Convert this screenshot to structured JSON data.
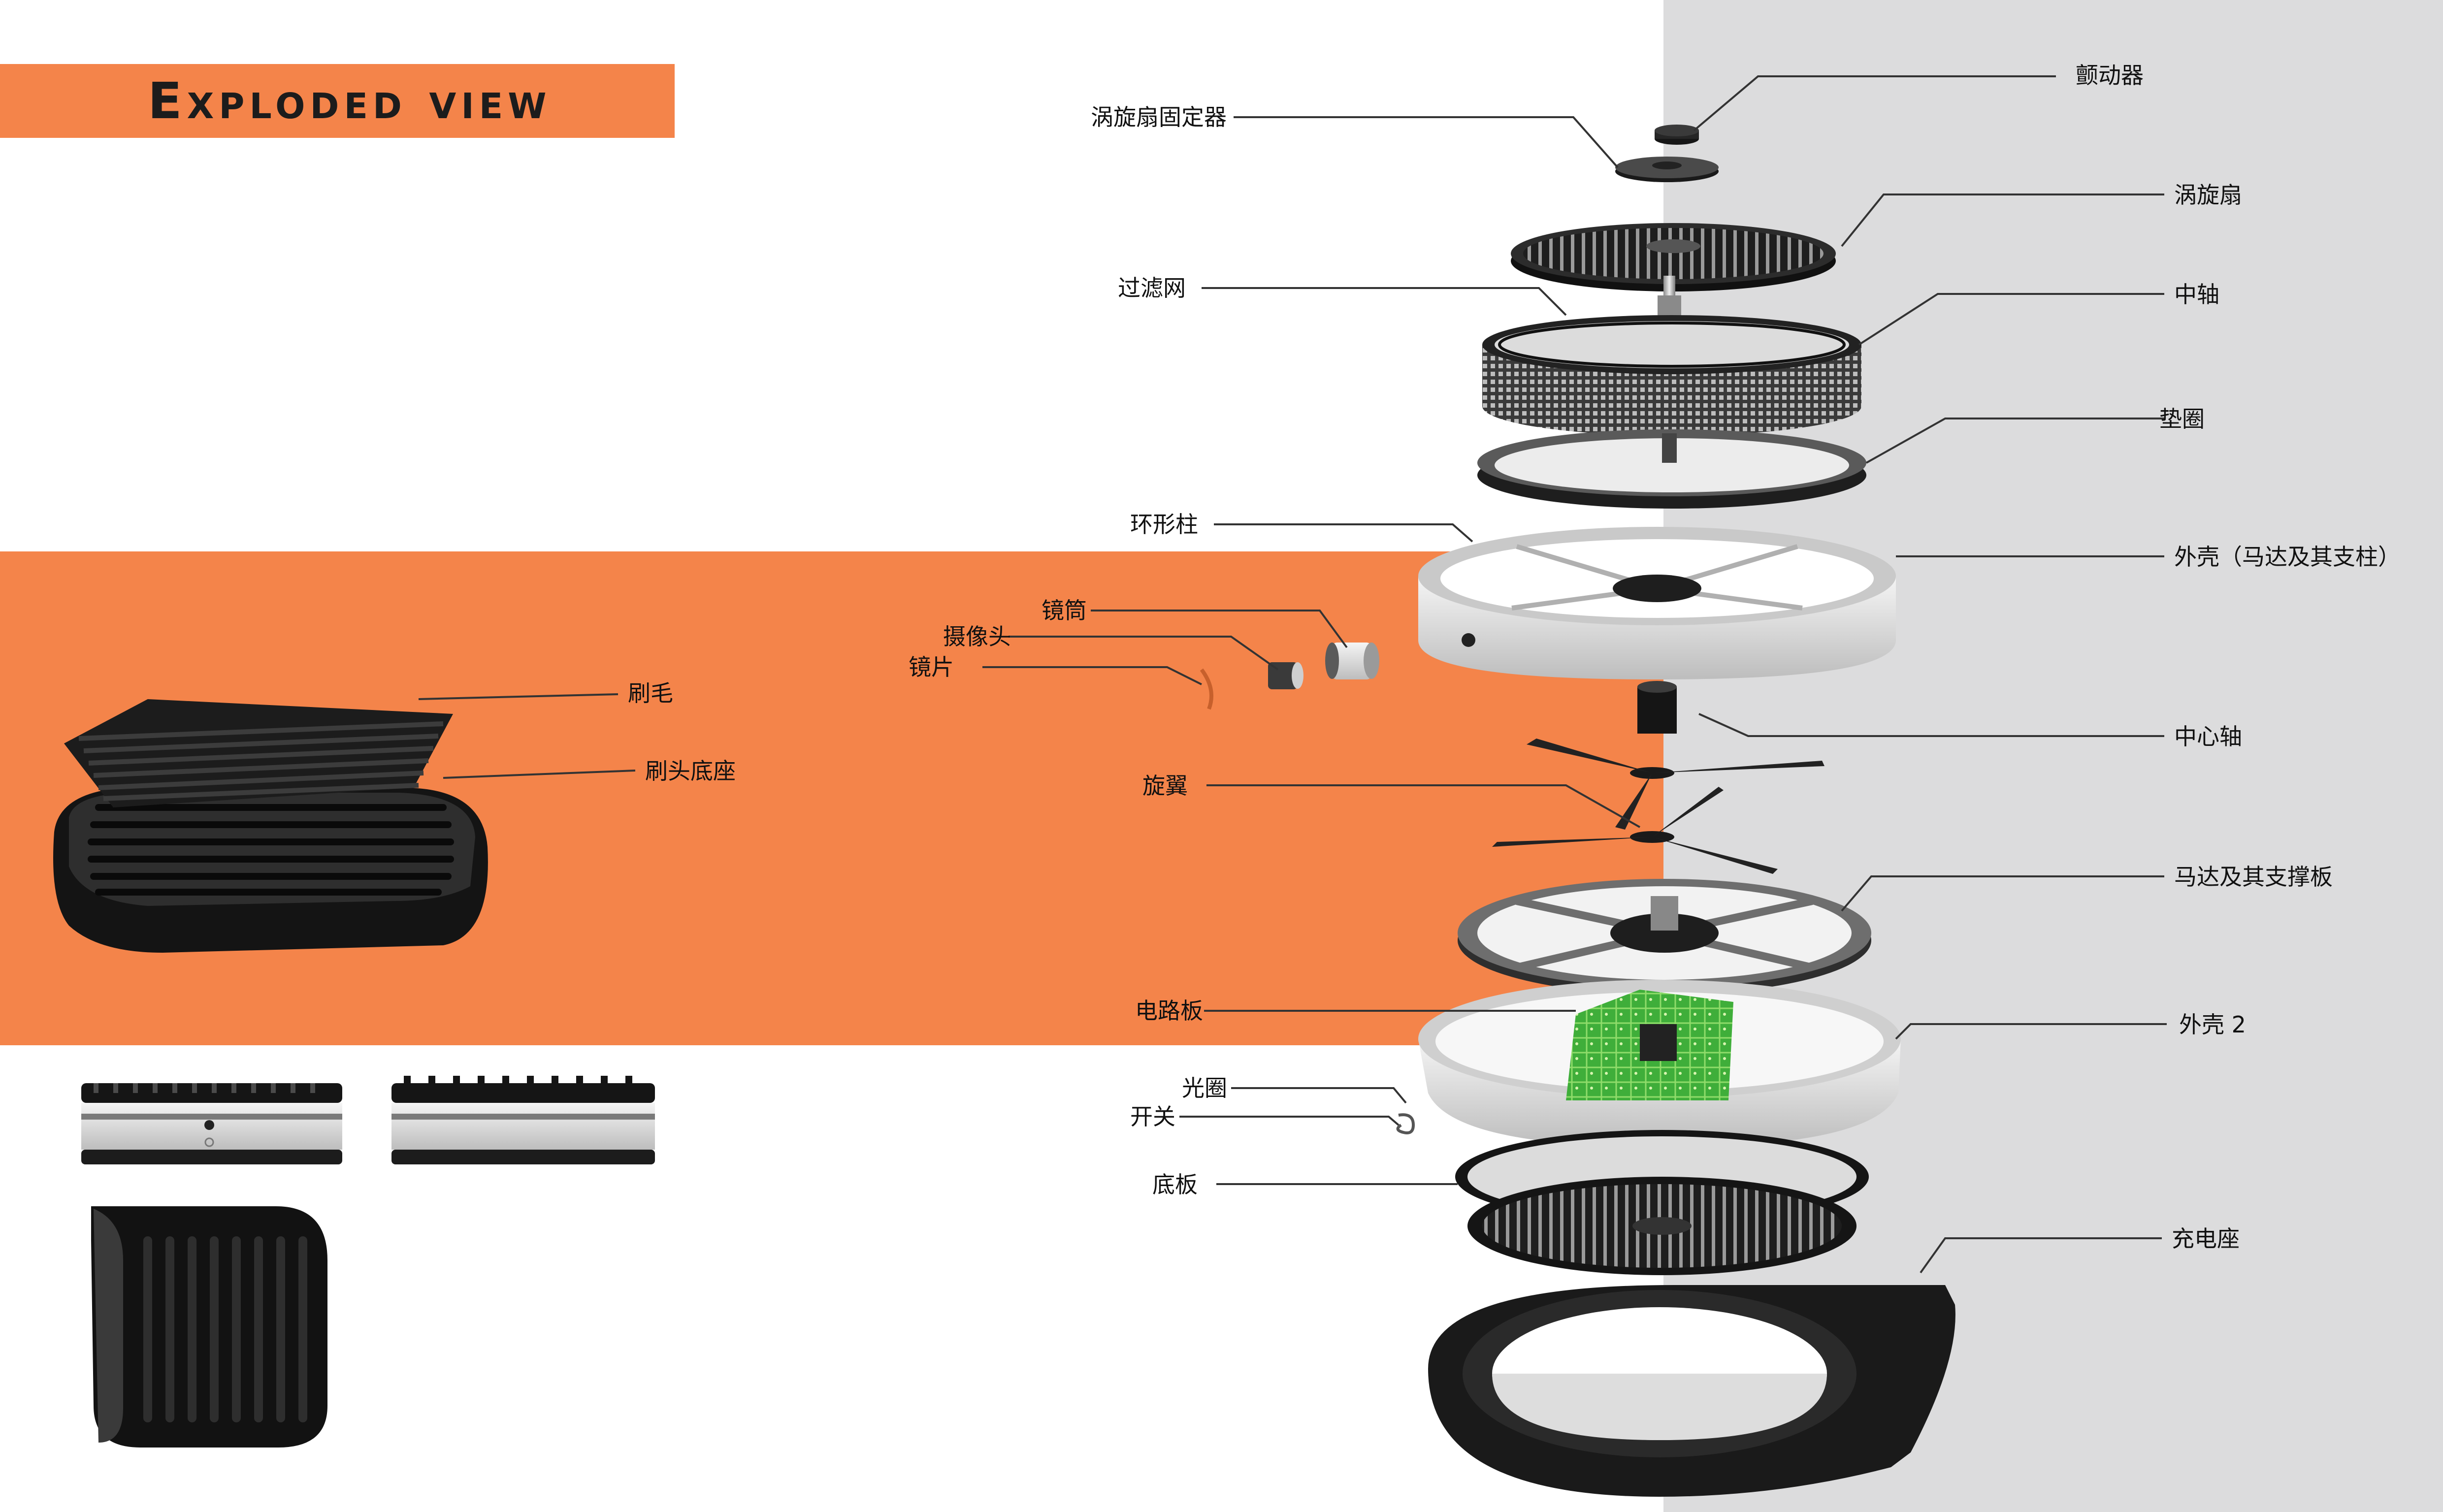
{
  "title": "Exploded view",
  "colors": {
    "accent": "#f4844a",
    "panel_gray": "#dcdcdd",
    "pcb_green": "#3fae3a",
    "dark_part": "#2a2a2a",
    "light_part": "#e6e6e6"
  },
  "labels_left": {
    "fan_holder": "涡旋扇固定器",
    "filter": "过滤网",
    "ring_pillar": "环形柱",
    "lens_barrel": "镜筒",
    "camera": "摄像头",
    "lens": "镜片",
    "propeller": "旋翼",
    "circuit_board": "电路板",
    "aperture": "光圈",
    "switch": "开关",
    "base_plate": "底板"
  },
  "labels_right": {
    "vibrator": "颤动器",
    "vortex_fan": "涡旋扇",
    "middle_shaft": "中轴",
    "gasket": "垫圈",
    "shell_motor": "外壳（马达及其支柱）",
    "center_shaft": "中心轴",
    "motor_plate": "马达及其支撑板",
    "shell2": "外壳 2",
    "charging_base": "充电座"
  },
  "labels_brush": {
    "bristle": "刷毛",
    "brush_base": "刷头底座"
  },
  "icons": [
    "pcb-chip-icon",
    "switch-spring-icon"
  ]
}
